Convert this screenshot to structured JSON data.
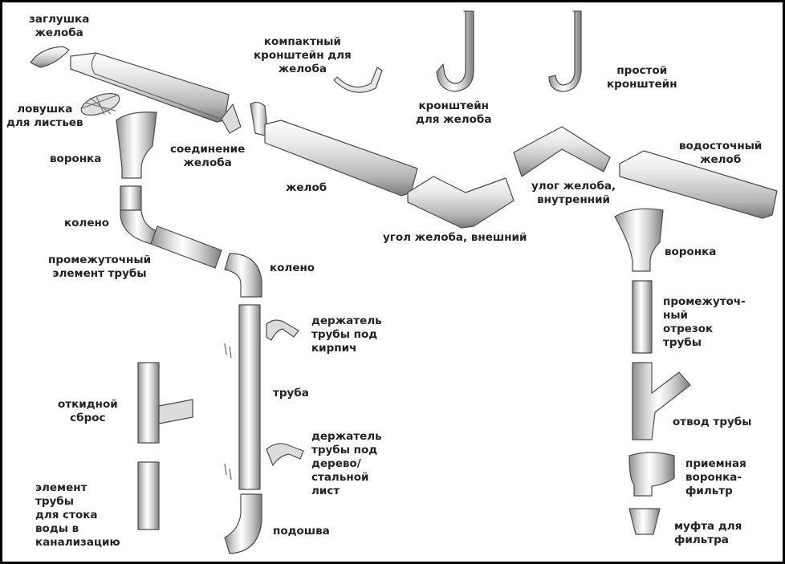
{
  "labels": {
    "end_cap": "заглушка\nжелоба",
    "leaf_trap": "ловушка\nдля листьев",
    "funnel_left": "воронка",
    "elbow_left": "колено",
    "intermediate_pipe": "промежуточный\nэлемент трубы",
    "compact_bracket": "компактный\nкронштейн для\nжелоба",
    "gutter_bracket": "кронштейн\nдля желоба",
    "simple_bracket": "простой\nкронштейн",
    "gutter_joint": "соединение\nжелоба",
    "gutter": "желоб",
    "outer_corner": "угол желоба, внешний",
    "inner_corner": "улог желоба,\nвнутренний",
    "downspout_gutter": "водосточный\nжелоб",
    "elbow_middle": "колено",
    "brick_holder": "держатель\nтрубы под\nкирпич",
    "pipe": "труба",
    "wood_holder": "держатель\nтрубы под\nдерево/\nстальной\nлист",
    "shoe": "подошва",
    "flip_drain": "откидной\nсброс",
    "sewer_element": "элемент\nтрубы\nдля стока\nводы в\nканализацию",
    "funnel_right": "воронка",
    "intermediate_segment": "промежуточ-\nный\nотрезок\nтрубы",
    "pipe_branch": "отвод трубы",
    "receiving_funnel": "приемная\nворонка-\nфильтр",
    "filter_coupling": "муфта для\nфильтра"
  },
  "colors": {
    "metal_light": "#f2f2f2",
    "metal_mid": "#c9c9c9",
    "metal_dark": "#8e8e8e",
    "outline": "#4a4a4a",
    "text": "#222222"
  }
}
